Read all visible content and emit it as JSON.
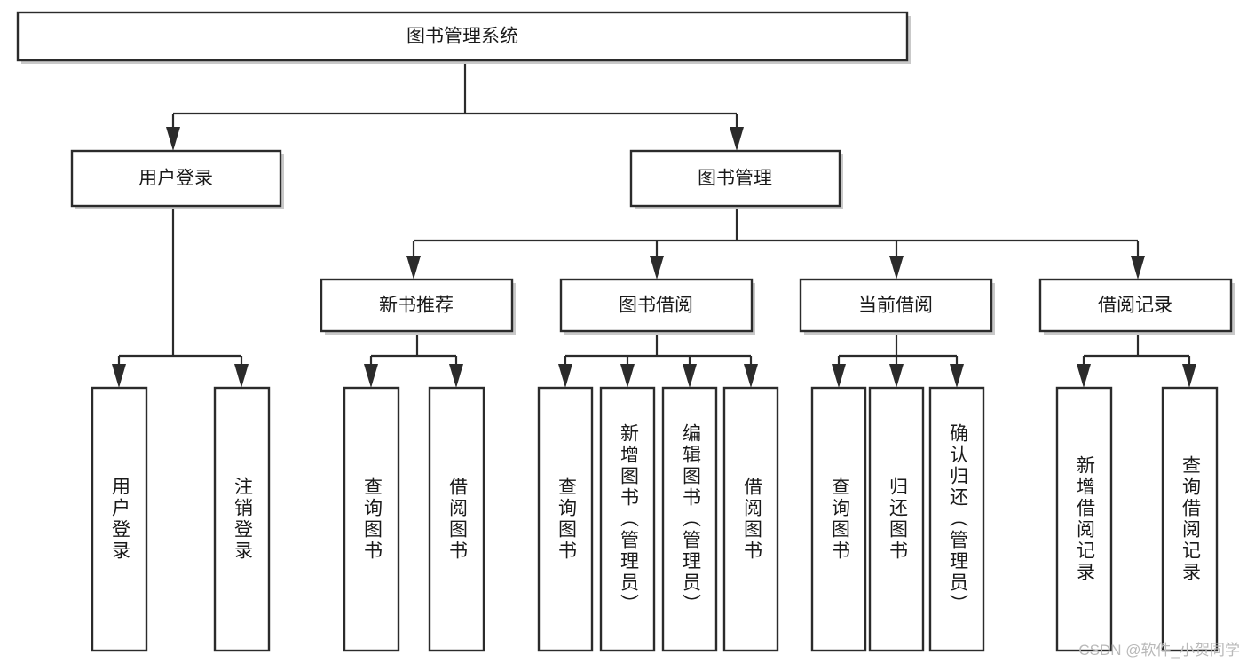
{
  "diagram": {
    "type": "hierarchy-tree",
    "title": "图书管理系统",
    "watermark": "CSDN @软件_小贺同学",
    "colors": {
      "box_stroke": "#2b2b2b",
      "box_fill": "#ffffff",
      "edge": "#2b2b2b",
      "text": "#1a1a1a",
      "watermark": "#b9b9b9"
    },
    "levels": {
      "level0": [
        {
          "id": "root",
          "label": "图书管理系统"
        }
      ],
      "level1": [
        {
          "id": "user-login",
          "label": "用户登录"
        },
        {
          "id": "book-manage",
          "label": "图书管理"
        }
      ],
      "level2": [
        {
          "id": "new-book-rec",
          "label": "新书推荐"
        },
        {
          "id": "book-borrow",
          "label": "图书借阅"
        },
        {
          "id": "current-borrow",
          "label": "当前借阅"
        },
        {
          "id": "borrow-record",
          "label": "借阅记录"
        }
      ],
      "level3": [
        {
          "id": "leaf-user-login",
          "label": "用户登录",
          "parent": "user-login"
        },
        {
          "id": "leaf-user-logout",
          "label": "注销登录",
          "parent": "user-login"
        },
        {
          "id": "leaf-query-book-1",
          "label": "查询图书",
          "parent": "new-book-rec"
        },
        {
          "id": "leaf-borrow-book-1",
          "label": "借阅图书",
          "parent": "new-book-rec"
        },
        {
          "id": "leaf-query-book-2",
          "label": "查询图书",
          "parent": "book-borrow"
        },
        {
          "id": "leaf-add-book",
          "label": "新增图书（管理员）",
          "parent": "book-borrow"
        },
        {
          "id": "leaf-edit-book",
          "label": "编辑图书（管理员）",
          "parent": "book-borrow"
        },
        {
          "id": "leaf-borrow-book-2",
          "label": "借阅图书",
          "parent": "book-borrow"
        },
        {
          "id": "leaf-query-book-3",
          "label": "查询图书",
          "parent": "current-borrow"
        },
        {
          "id": "leaf-return-book",
          "label": "归还图书",
          "parent": "current-borrow"
        },
        {
          "id": "leaf-confirm-return",
          "label": "确认归还（管理员）",
          "parent": "current-borrow"
        },
        {
          "id": "leaf-add-record",
          "label": "新增借阅记录",
          "parent": "borrow-record"
        },
        {
          "id": "leaf-query-record",
          "label": "查询借阅记录",
          "parent": "borrow-record"
        }
      ]
    }
  }
}
